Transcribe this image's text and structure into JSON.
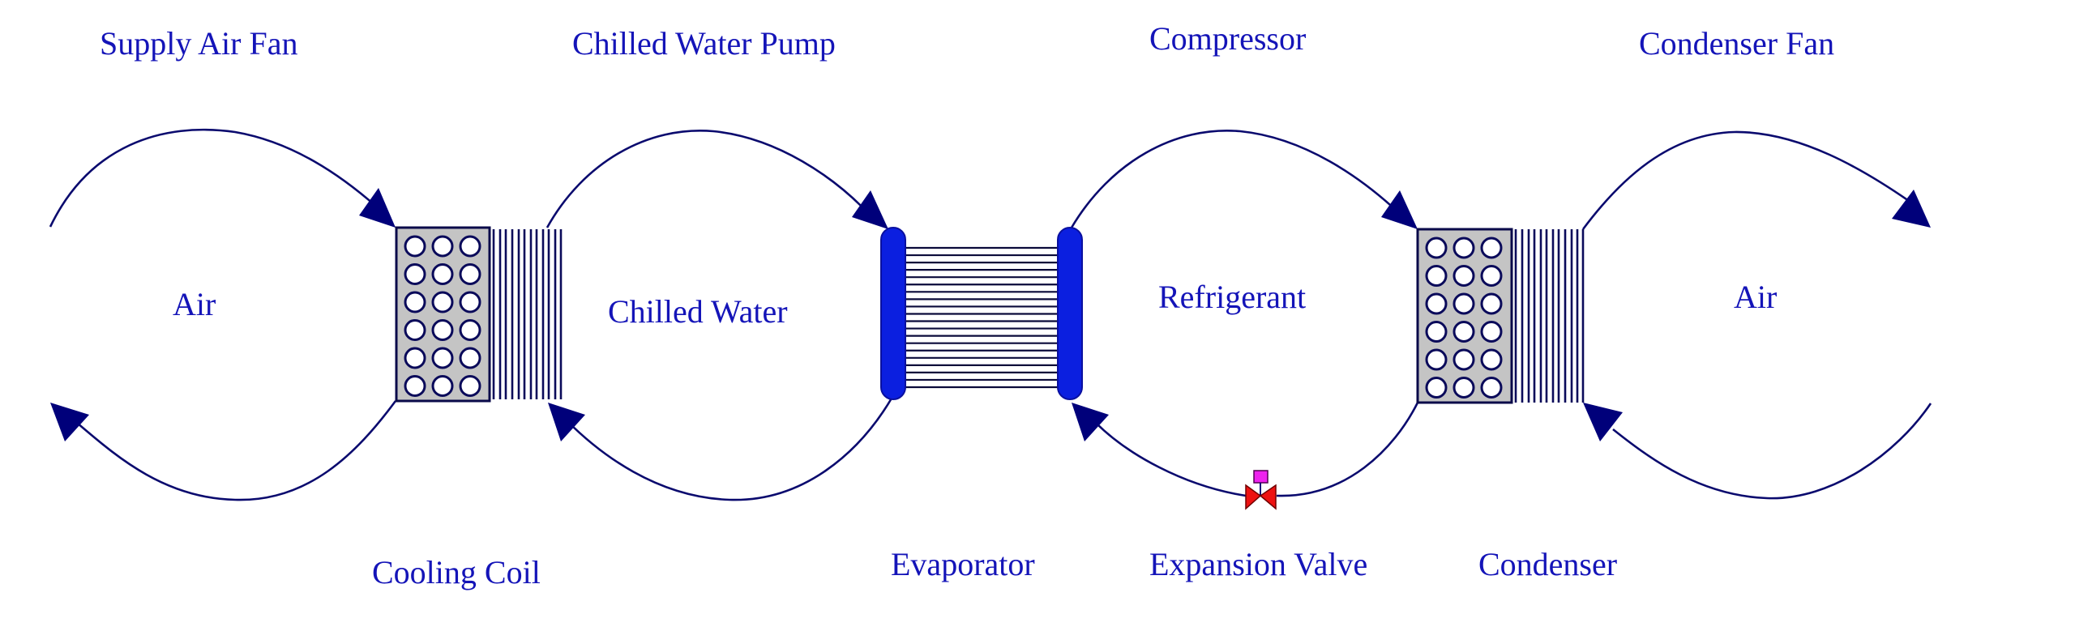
{
  "diagram": {
    "title_labels": {
      "supply_air_fan": "Supply Air Fan",
      "chilled_water_pump": "Chilled Water Pump",
      "compressor": "Compressor",
      "condenser_fan": "Condenser Fan"
    },
    "loop_labels": {
      "air_left": "Air",
      "chilled_water": "Chilled Water",
      "refrigerant": "Refrigerant",
      "air_right": "Air"
    },
    "component_labels": {
      "cooling_coil": "Cooling Coil",
      "evaporator": "Evaporator",
      "expansion_valve": "Expansion Valve",
      "condenser": "Condenser"
    },
    "colors": {
      "label_text": "#1414b8",
      "flow_line": "#0a0a6e",
      "arrowhead": "#00007a",
      "coil_fill": "#c4c4c4",
      "evaporator_header": "#0b1fe0",
      "valve_body": "#ee1111",
      "valve_actuator": "#ee22ee"
    },
    "icons": {
      "cooling_coil": "finned-coil-heat-exchanger-icon",
      "evaporator": "shell-and-tube-heat-exchanger-icon",
      "condenser": "finned-coil-heat-exchanger-icon",
      "expansion_valve": "valve-icon",
      "flow_arrow": "arrowhead-icon"
    }
  }
}
